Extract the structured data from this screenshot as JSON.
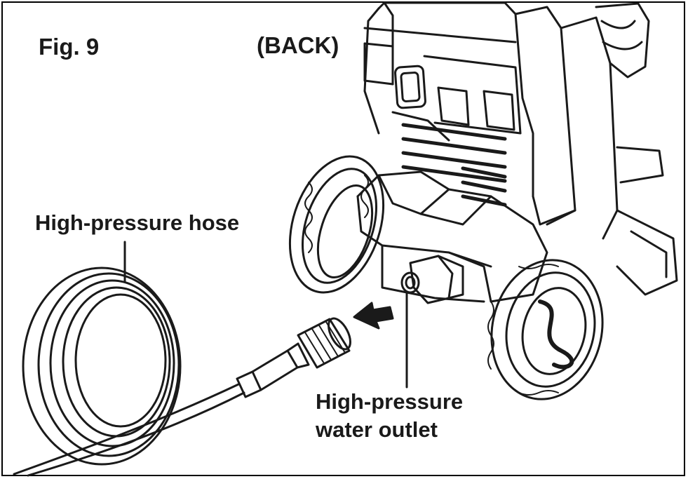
{
  "figure": {
    "title": "Fig. 9",
    "view": "(BACK)"
  },
  "labels": {
    "hose": "High-pressure hose",
    "outlet_line1": "High-pressure",
    "outlet_line2": "water outlet"
  },
  "icons": {
    "direction": "arrow-left-icon"
  },
  "colors": {
    "ink": "#1a1a1a",
    "background": "#ffffff"
  }
}
